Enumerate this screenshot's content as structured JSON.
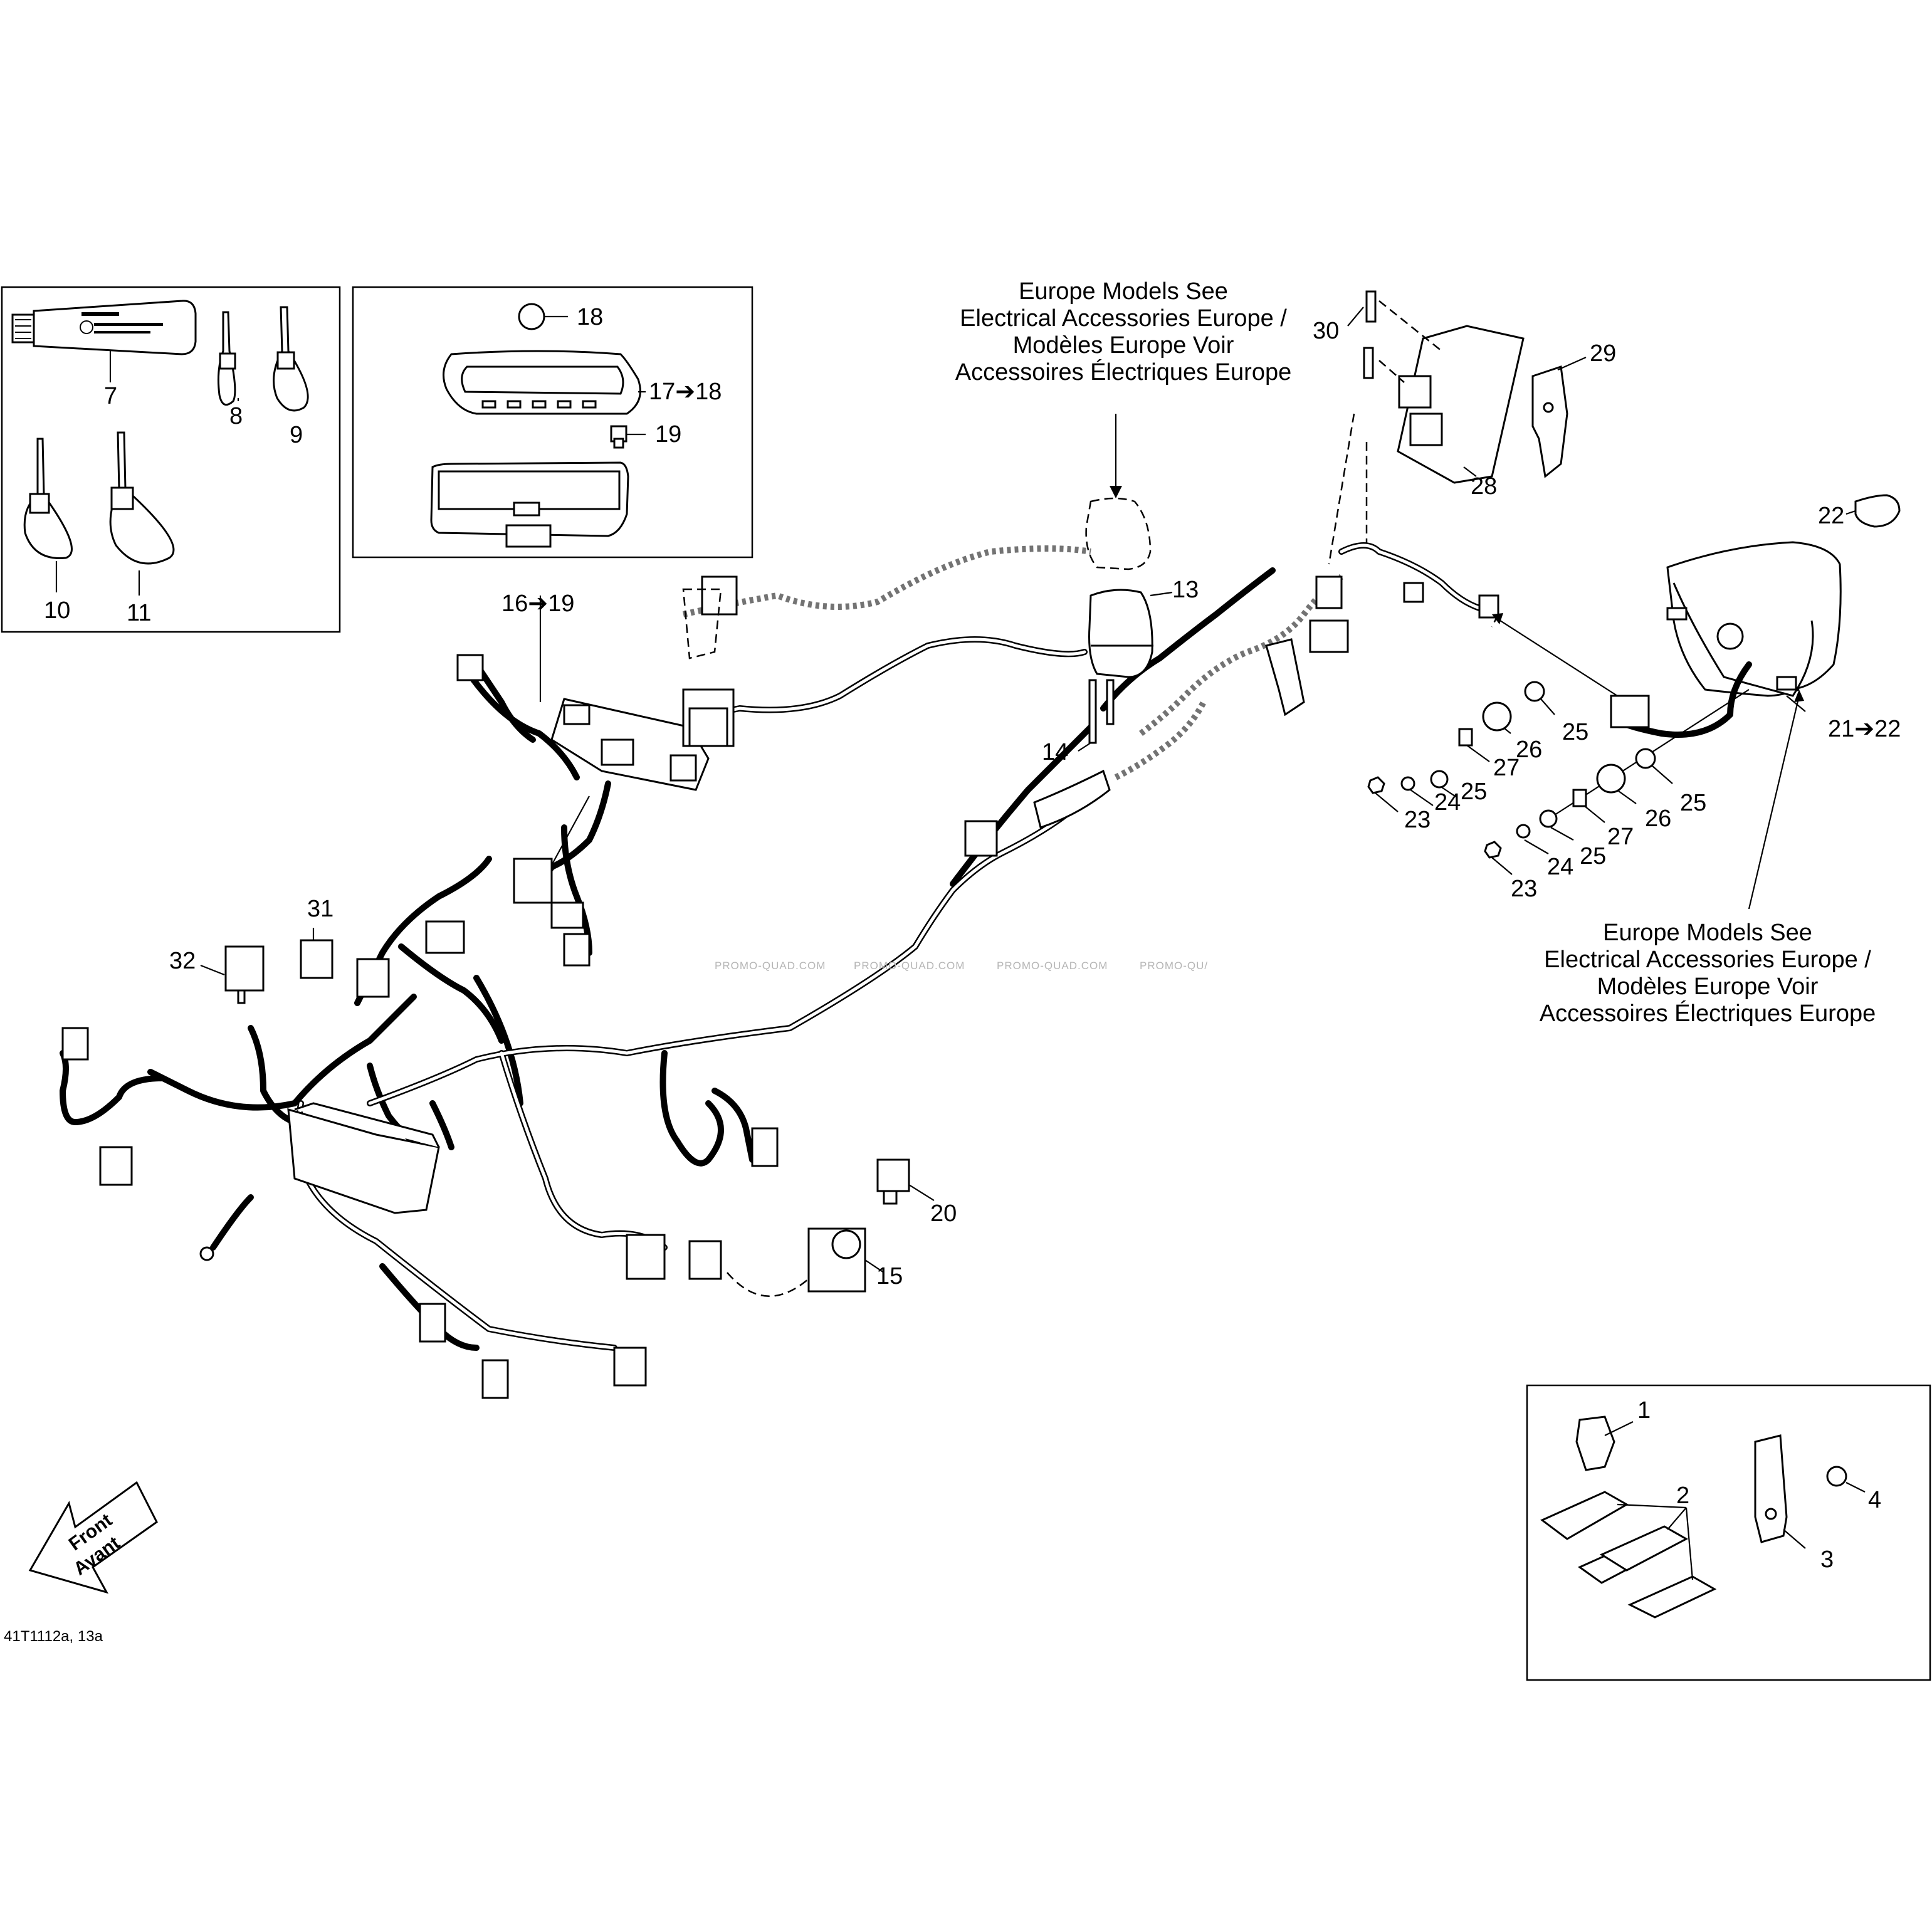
{
  "callouts": {
    "c1": "1",
    "c2": "2",
    "c3": "3",
    "c4": "4",
    "c7": "7",
    "c8": "8",
    "c9": "9",
    "c10": "10",
    "c11": "11",
    "c13": "13",
    "c14": "14",
    "c15": "15",
    "c16": "16➔19",
    "c17": "17➔18",
    "c18": "18",
    "c19": "19",
    "c20": "20",
    "c21": "21➔22",
    "c22": "22",
    "c23a": "23",
    "c23b": "23",
    "c24a": "24",
    "c24b": "24",
    "c25a": "25",
    "c25b": "25",
    "c25c": "25",
    "c25d": "25",
    "c26a": "26",
    "c26b": "26",
    "c27a": "27",
    "c27b": "27",
    "c28": "28",
    "c29": "29",
    "c30": "30",
    "c31": "31",
    "c32": "32"
  },
  "notes": {
    "top": [
      "Europe Models See",
      "Electrical Accessories Europe /",
      "Modèles Europe Voir",
      "Accessoires Électriques Europe"
    ],
    "right": [
      "Europe Models See",
      "Electrical Accessories Europe /",
      "Modèles Europe Voir",
      "Accessoires Électriques Europe"
    ]
  },
  "front_arrow": {
    "line1": "Front",
    "line2": "Avant"
  },
  "watermark": [
    "PROMO-QUAD.COM",
    "PROMO-QUAD.COM",
    "PROMO-QUAD.COM",
    "PROMO-QU/"
  ],
  "figure_ref": "41T1112a, 13a"
}
